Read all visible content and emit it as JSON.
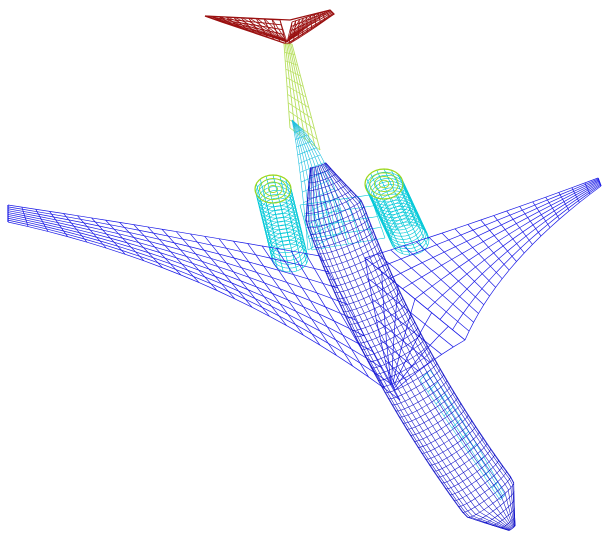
{
  "colors": {
    "background": "#ffffff",
    "wing": "#1a1ae6",
    "fuselage": "#1010c8",
    "engine_outer": "#00c8d8",
    "engine_ring": "#a0d820",
    "pylon": "#98d83a",
    "vertical_tail": "#b8e060",
    "horizontal_tail": "#9a1010",
    "fuselage_aft": "#20c0e0"
  },
  "components": [
    {
      "id": "left-wing",
      "color_key": "wing"
    },
    {
      "id": "right-wing",
      "color_key": "wing"
    },
    {
      "id": "fuselage",
      "color_key": "fuselage"
    },
    {
      "id": "left-engine-nacelle",
      "color_key": "engine_outer"
    },
    {
      "id": "right-engine-nacelle",
      "color_key": "engine_outer"
    },
    {
      "id": "vertical-tail",
      "color_key": "vertical_tail"
    },
    {
      "id": "horizontal-tail",
      "color_key": "horizontal_tail"
    }
  ]
}
